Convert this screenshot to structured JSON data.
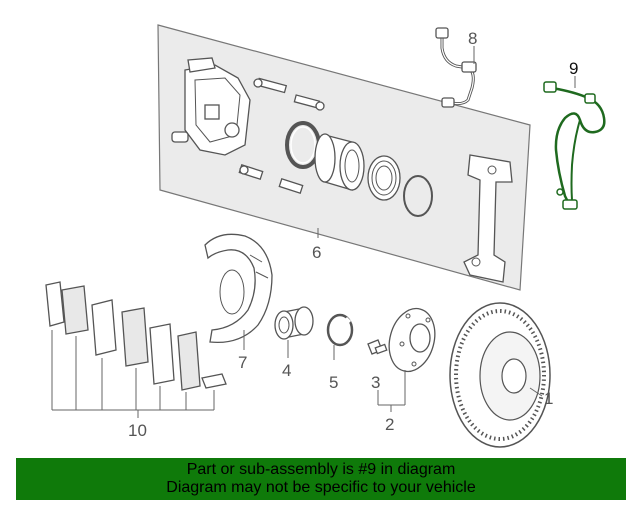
{
  "diagram": {
    "callouts": [
      "1",
      "2",
      "3",
      "4",
      "5",
      "6",
      "7",
      "8",
      "9",
      "10"
    ],
    "highlighted_part": "9"
  },
  "banner": {
    "line1": "Part or sub-assembly is #9 in diagram",
    "line2": "Diagram may not be specific to your vehicle"
  },
  "colors": {
    "banner_background": "#0f7a0a",
    "banner_text": "#000000",
    "highlight_part": "#1f6a1f",
    "line_art": "#555555"
  }
}
